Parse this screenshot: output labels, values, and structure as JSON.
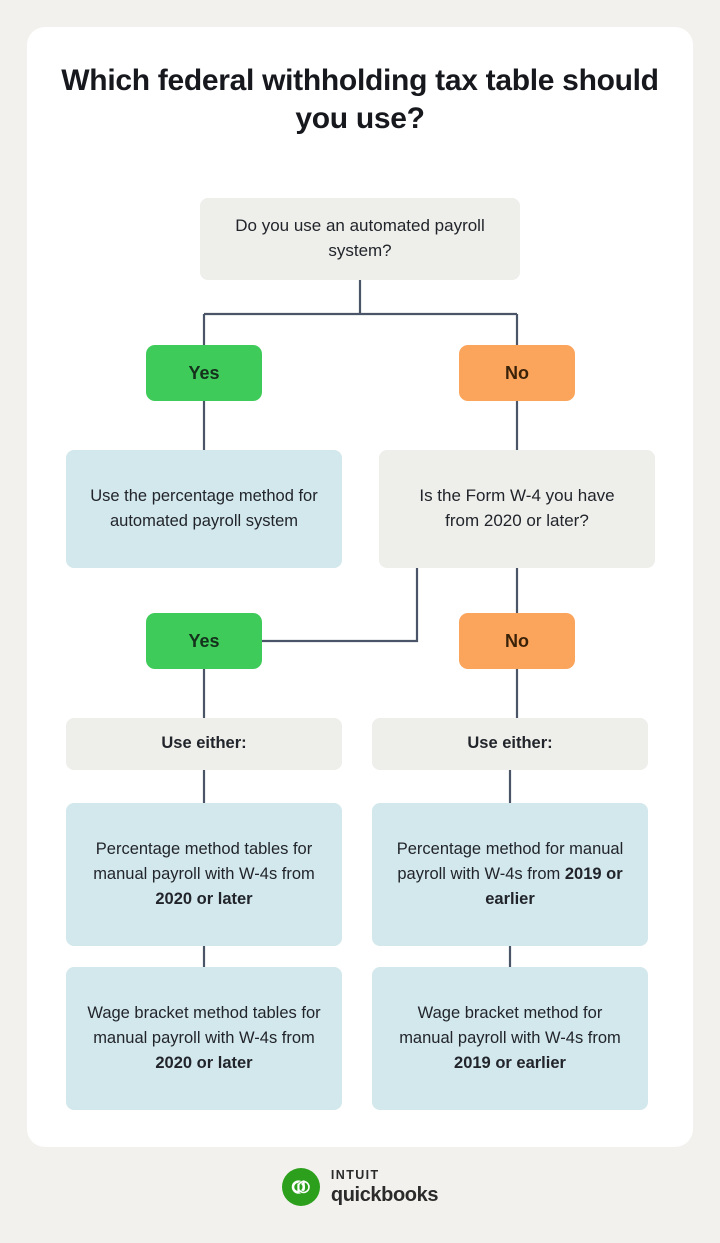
{
  "page": {
    "background_color": "#f2f1ed",
    "card_color": "#ffffff",
    "title": "Which federal withholding tax table should you use?"
  },
  "colors": {
    "yes_green": "#3ecb5a",
    "no_orange": "#fba45c",
    "outcome_blue": "#d3e8ec",
    "question_gray": "#eeeeea",
    "connector_line": "#4a5568",
    "brand_green": "#2ca01c"
  },
  "flowchart": {
    "type": "decision-tree",
    "root_question": "Do you use an automated payroll system?",
    "branch_labels": {
      "yes": "Yes",
      "no": "No"
    },
    "nodes": {
      "q1": "Do you use an automated payroll system?",
      "yes1": "Yes",
      "no1": "No",
      "out_automated": "Use the percentage method for automated payroll system",
      "q2": "Is the Form W-4 you have from 2020 or later?",
      "yes2": "Yes",
      "no2": "No",
      "either_left": "Use either:",
      "either_right": "Use either:",
      "pct_left_plain": "Percentage method tables for manual payroll with W-4s from ",
      "pct_left_bold": "2020 or later",
      "pct_right_plain": "Percentage method for manual payroll with W-4s from ",
      "pct_right_bold": "2019 or earlier",
      "wage_left_plain": "Wage bracket method tables for manual payroll with W-4s from ",
      "wage_left_bold": "2020 or later",
      "wage_right_plain": "Wage bracket method for manual payroll with W-4s from ",
      "wage_right_bold": "2019 or earlier"
    }
  },
  "footer": {
    "brand_mark": "quickbooks-circle-logo",
    "intuit": "INTUIT",
    "quickbooks": "quickbooks"
  }
}
